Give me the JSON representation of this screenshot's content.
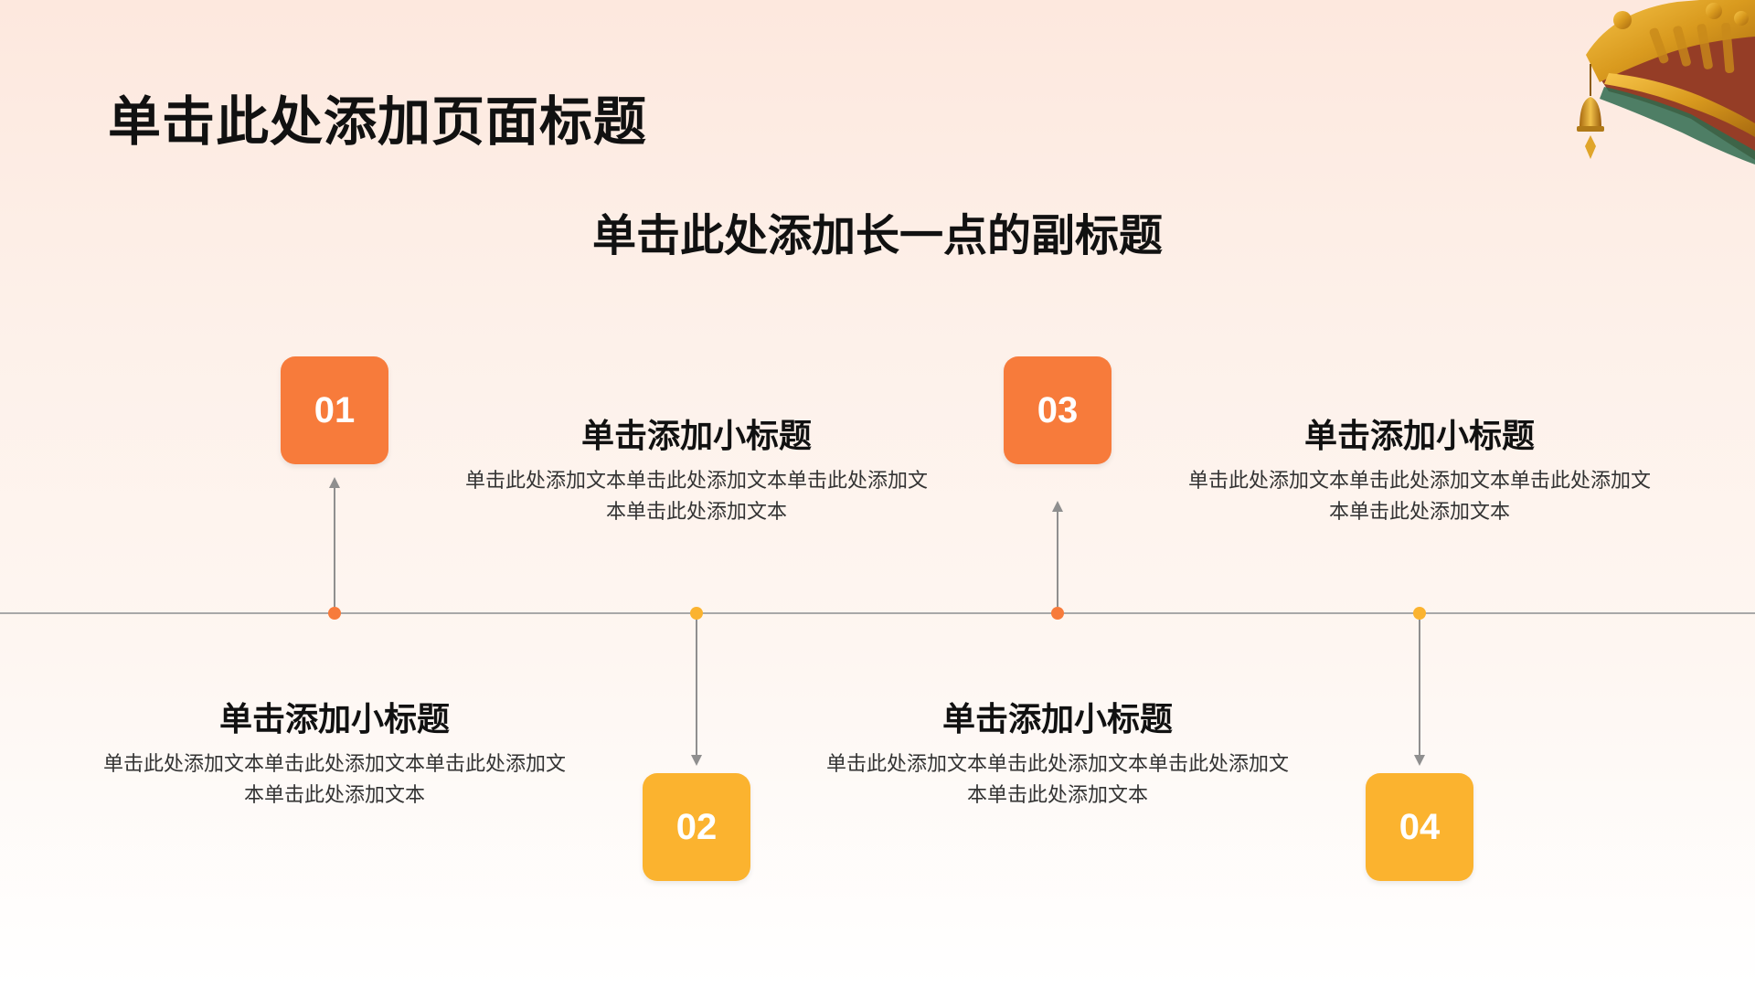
{
  "header": {
    "page_title": "单击此处添加页面标题",
    "subtitle": "单击此处添加长一点的副标题"
  },
  "colors": {
    "orange": "#f77b3b",
    "yellow": "#fbb32f",
    "line": "#a8a8a8"
  },
  "decoration": {
    "icon": "chinese-eave-bell-icon"
  },
  "steps": [
    {
      "number": "01",
      "title": "单击添加小标题",
      "body": "单击此处添加文本单击此处添加文本单击此处添加文本单击此处添加文本",
      "color": "#f77b3b"
    },
    {
      "number": "02",
      "title": "单击添加小标题",
      "body": "单击此处添加文本单击此处添加文本单击此处添加文本单击此处添加文本",
      "color": "#fbb32f"
    },
    {
      "number": "03",
      "title": "单击添加小标题",
      "body": "单击此处添加文本单击此处添加文本单击此处添加文本单击此处添加文本",
      "color": "#f77b3b"
    },
    {
      "number": "04",
      "title": "单击添加小标题",
      "body": "单击此处添加文本单击此处添加文本单击此处添加文本单击此处添加文本",
      "color": "#fbb32f"
    }
  ]
}
